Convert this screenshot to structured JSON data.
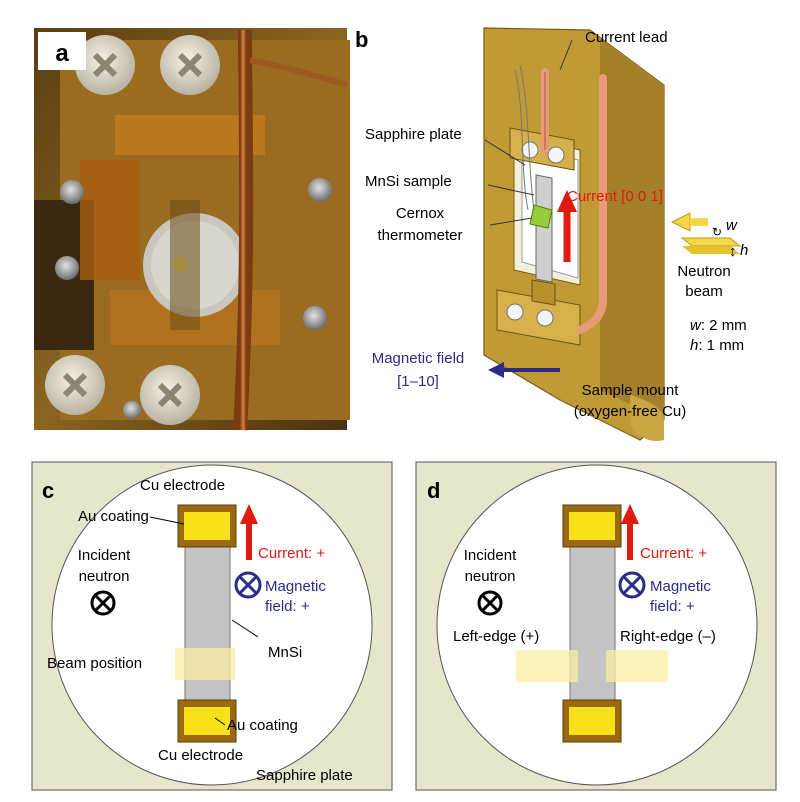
{
  "panels": {
    "a": {
      "label": "a"
    },
    "b": {
      "label": "b",
      "current_lead": "Current lead",
      "sapphire_plate": "Sapphire plate",
      "mnsi_sample": "MnSi sample",
      "cernox_line1": "Cernox",
      "cernox_line2": "thermometer",
      "current": "Current [0 0 1]",
      "w_label": "w",
      "h_label": "h",
      "neutron_line1": "Neutron",
      "neutron_line2": "beam",
      "w_value": ": 2 mm",
      "h_value": ": 1 mm",
      "magnetic_line1": "Magnetic field",
      "magnetic_line2": "[1–10]",
      "mount_line1": "Sample mount",
      "mount_line2": "(oxygen-free Cu)"
    },
    "c": {
      "label": "c",
      "cu_electrode_top": "Cu electrode",
      "au_coating_top": "Au coating",
      "incident_line1": "Incident",
      "incident_line2": "neutron",
      "current": "Current: +",
      "magnetic_line1": "Magnetic",
      "magnetic_line2": "field: +",
      "beam_position": "Beam position",
      "mnsi": "MnSi",
      "au_coating_bottom": "Au coating",
      "cu_electrode_bottom": "Cu electrode",
      "sapphire_plate": "Sapphire plate"
    },
    "d": {
      "label": "d",
      "incident_line1": "Incident",
      "incident_line2": "neutron",
      "current": "Current: +",
      "magnetic_line1": "Magnetic",
      "magnetic_line2": "field: +",
      "left_edge": "Left-edge (+)",
      "right_edge": "Right-edge (–)"
    }
  },
  "colors": {
    "copper_mount": "#b8902c",
    "copper_dark": "#8a6a18",
    "sapphire_bg": "#e6e6cc",
    "electrode_brown": "#9b6a10",
    "au_yellow": "#f6e11a",
    "sample_gray": "#c4c4c4",
    "beam_yellow": "#f8eda0",
    "current_red": "#e01b10",
    "field_blue": "#2a2c86",
    "lead_salmon": "#e99a78"
  }
}
